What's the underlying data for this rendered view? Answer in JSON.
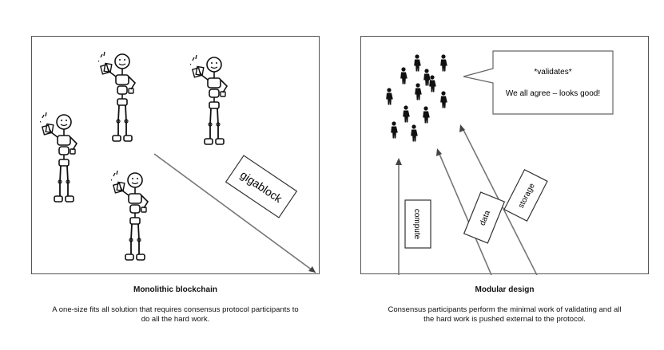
{
  "left": {
    "title": "Monolithic blockchain",
    "description": "A one-size fits all solution that requires consensus protocol participants to do all the hard work.",
    "block_label": "gigablock"
  },
  "right": {
    "title": "Modular design",
    "description": "Consensus participants perform the minimal work of validating and all the hard work is pushed external to the protocol.",
    "bubble_line1": "*validates*",
    "bubble_line2": "We all agree – looks good!",
    "labels": {
      "compute": "compute",
      "data": "data",
      "storage": "storage"
    }
  }
}
